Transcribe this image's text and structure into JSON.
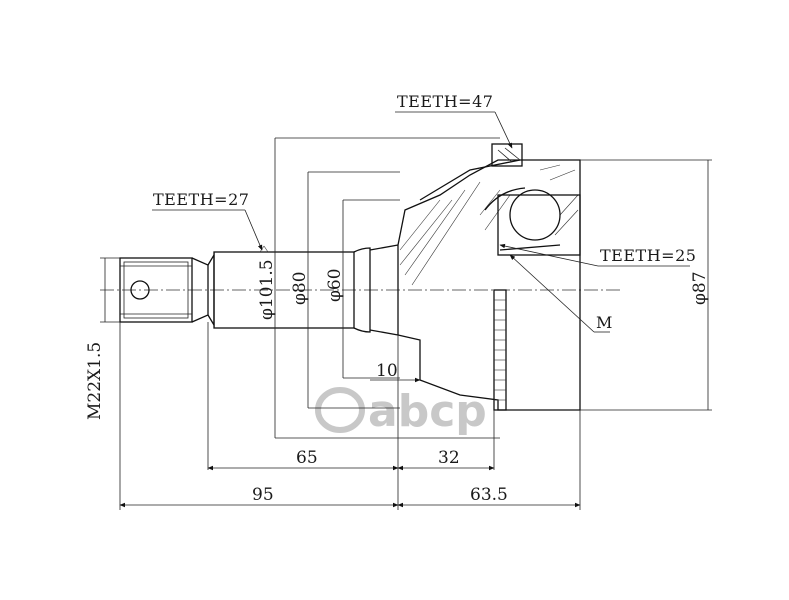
{
  "callouts": {
    "teeth_47": "TEETH=47",
    "teeth_27": "TEETH=27",
    "teeth_25": "TEETH=25",
    "m": "M"
  },
  "diameters": {
    "d101_5": "φ101.5",
    "d80": "φ80",
    "d60": "φ60",
    "d87": "φ87"
  },
  "thread": "M22X1.5",
  "dimensions": {
    "d10": "10",
    "d65": "65",
    "d32": "32",
    "d95": "95",
    "d63_5": "63.5"
  },
  "watermark": {
    "brand": "abcp"
  }
}
